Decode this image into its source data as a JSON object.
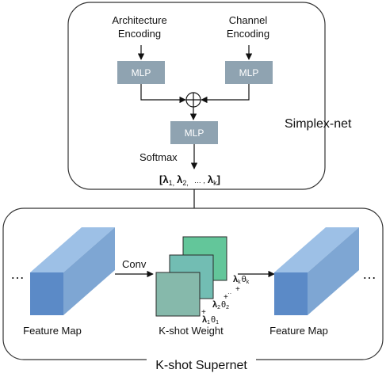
{
  "simplex_net": {
    "title": "Simplex-net",
    "arch_label_line1": "Architecture",
    "arch_label_line2": "Encoding",
    "chan_label_line1": "Channel",
    "chan_label_line2": "Encoding",
    "mlp_label": "MLP",
    "softmax_label": "Softmax"
  },
  "lambda_vector": {
    "open": "[",
    "l1": "λ",
    "s1": "1,",
    "l2": "λ",
    "s2": "2,",
    "mid": "… ,",
    "lk": "λ",
    "sk": "k",
    "close": "]"
  },
  "supernet": {
    "title": "K-shot Supernet",
    "left_dots": "…",
    "right_dots": "…",
    "conv_label": "Conv",
    "feature_map_left": "Feature Map",
    "feature_map_right": "Feature Map",
    "kshot_label": "K-shot Weight"
  },
  "weights": {
    "w1": {
      "lam": "λ",
      "lsub": "1",
      "th": "θ",
      "tsub": "1"
    },
    "w2": {
      "lam": "λ",
      "lsub": "2",
      "th": "θ",
      "tsub": "2"
    },
    "wk": {
      "lam": "λ",
      "lsub": "k",
      "th": "θ",
      "tsub": "k"
    },
    "plus": "+",
    "dots": "··"
  },
  "colors": {
    "mlp": "#8fa3b1",
    "cube_front": "#5b8ac7",
    "cube_top": "#9dc0e6",
    "cube_side": "#7ea6d3",
    "weight_back": "#63c69a",
    "weight_mid": "#72bdb3",
    "weight_front": "#86b9ab"
  }
}
